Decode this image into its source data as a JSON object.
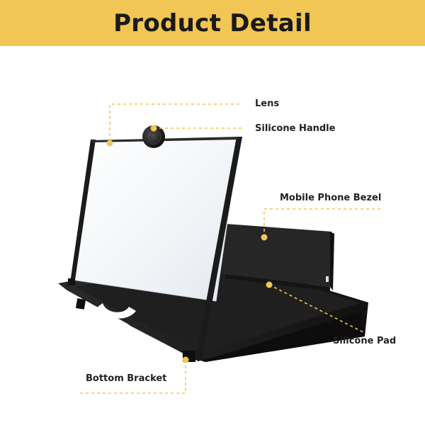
{
  "header": {
    "title": "Product Detail",
    "background": "#F2C655",
    "text_color": "#1a1a1a"
  },
  "product": {
    "frame_color": "#1b1b1b",
    "screen_color": "#f4f6f8",
    "callout_line_color": "#F2C655",
    "callout_dot_color": "#F2C655",
    "icon": "screen-magnifier-stand"
  },
  "callouts": [
    {
      "key": "lens",
      "label": "Lens"
    },
    {
      "key": "silicone-handle",
      "label": "Silicone Handle"
    },
    {
      "key": "mobile-phone-bezel",
      "label": "Mobile Phone Bezel"
    },
    {
      "key": "silicone-pad",
      "label": "Silicone Pad"
    },
    {
      "key": "bottom-bracket",
      "label": "Bottom Bracket"
    }
  ]
}
